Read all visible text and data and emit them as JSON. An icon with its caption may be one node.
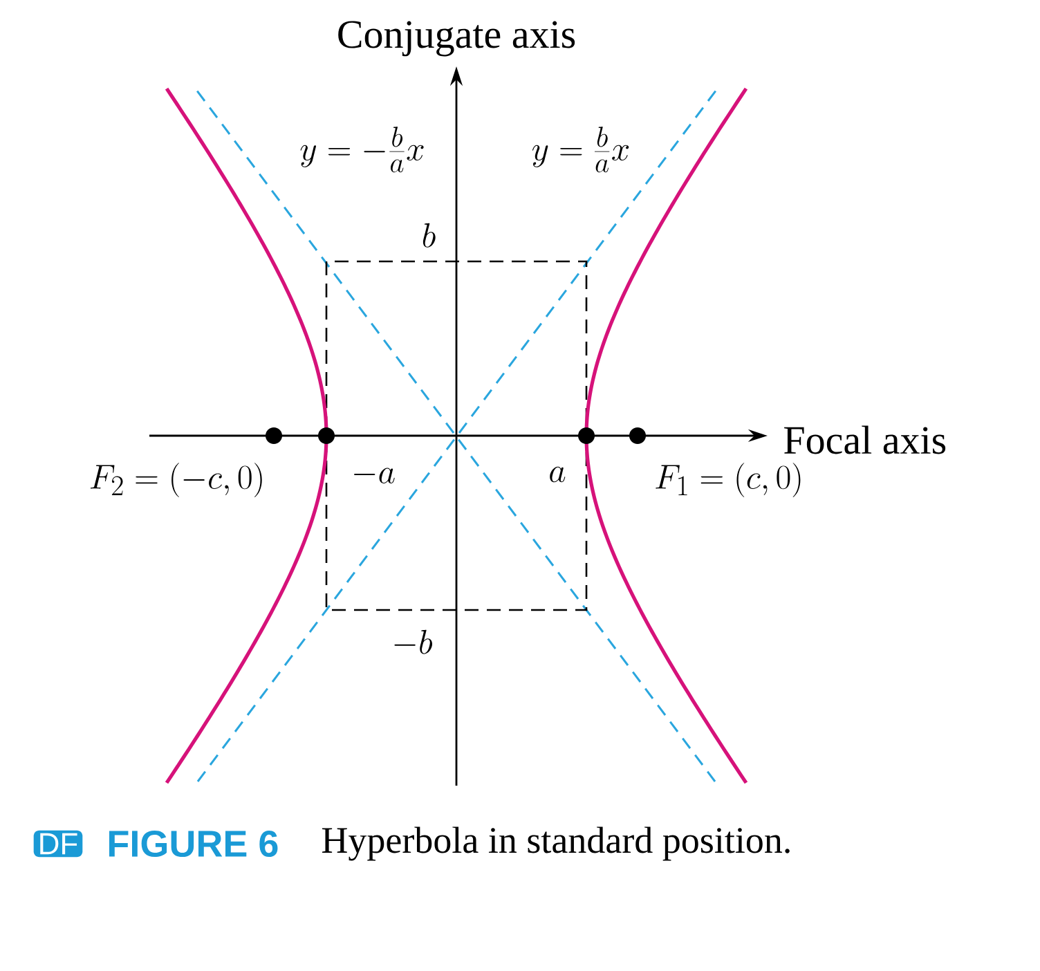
{
  "diagram": {
    "caption": "Hyperbola in standard position.",
    "labels": [
      "Conjugate axis",
      "y = -\\frac{b}{a}x",
      "y = \\frac{b}{a}x",
      "b",
      "Focal axis",
      "F_2 = (-c, 0)",
      "-a",
      "a",
      "F_1 = (c, 0)",
      "-b",
      "DF",
      "FIGURE 6"
    ]
  }
}
